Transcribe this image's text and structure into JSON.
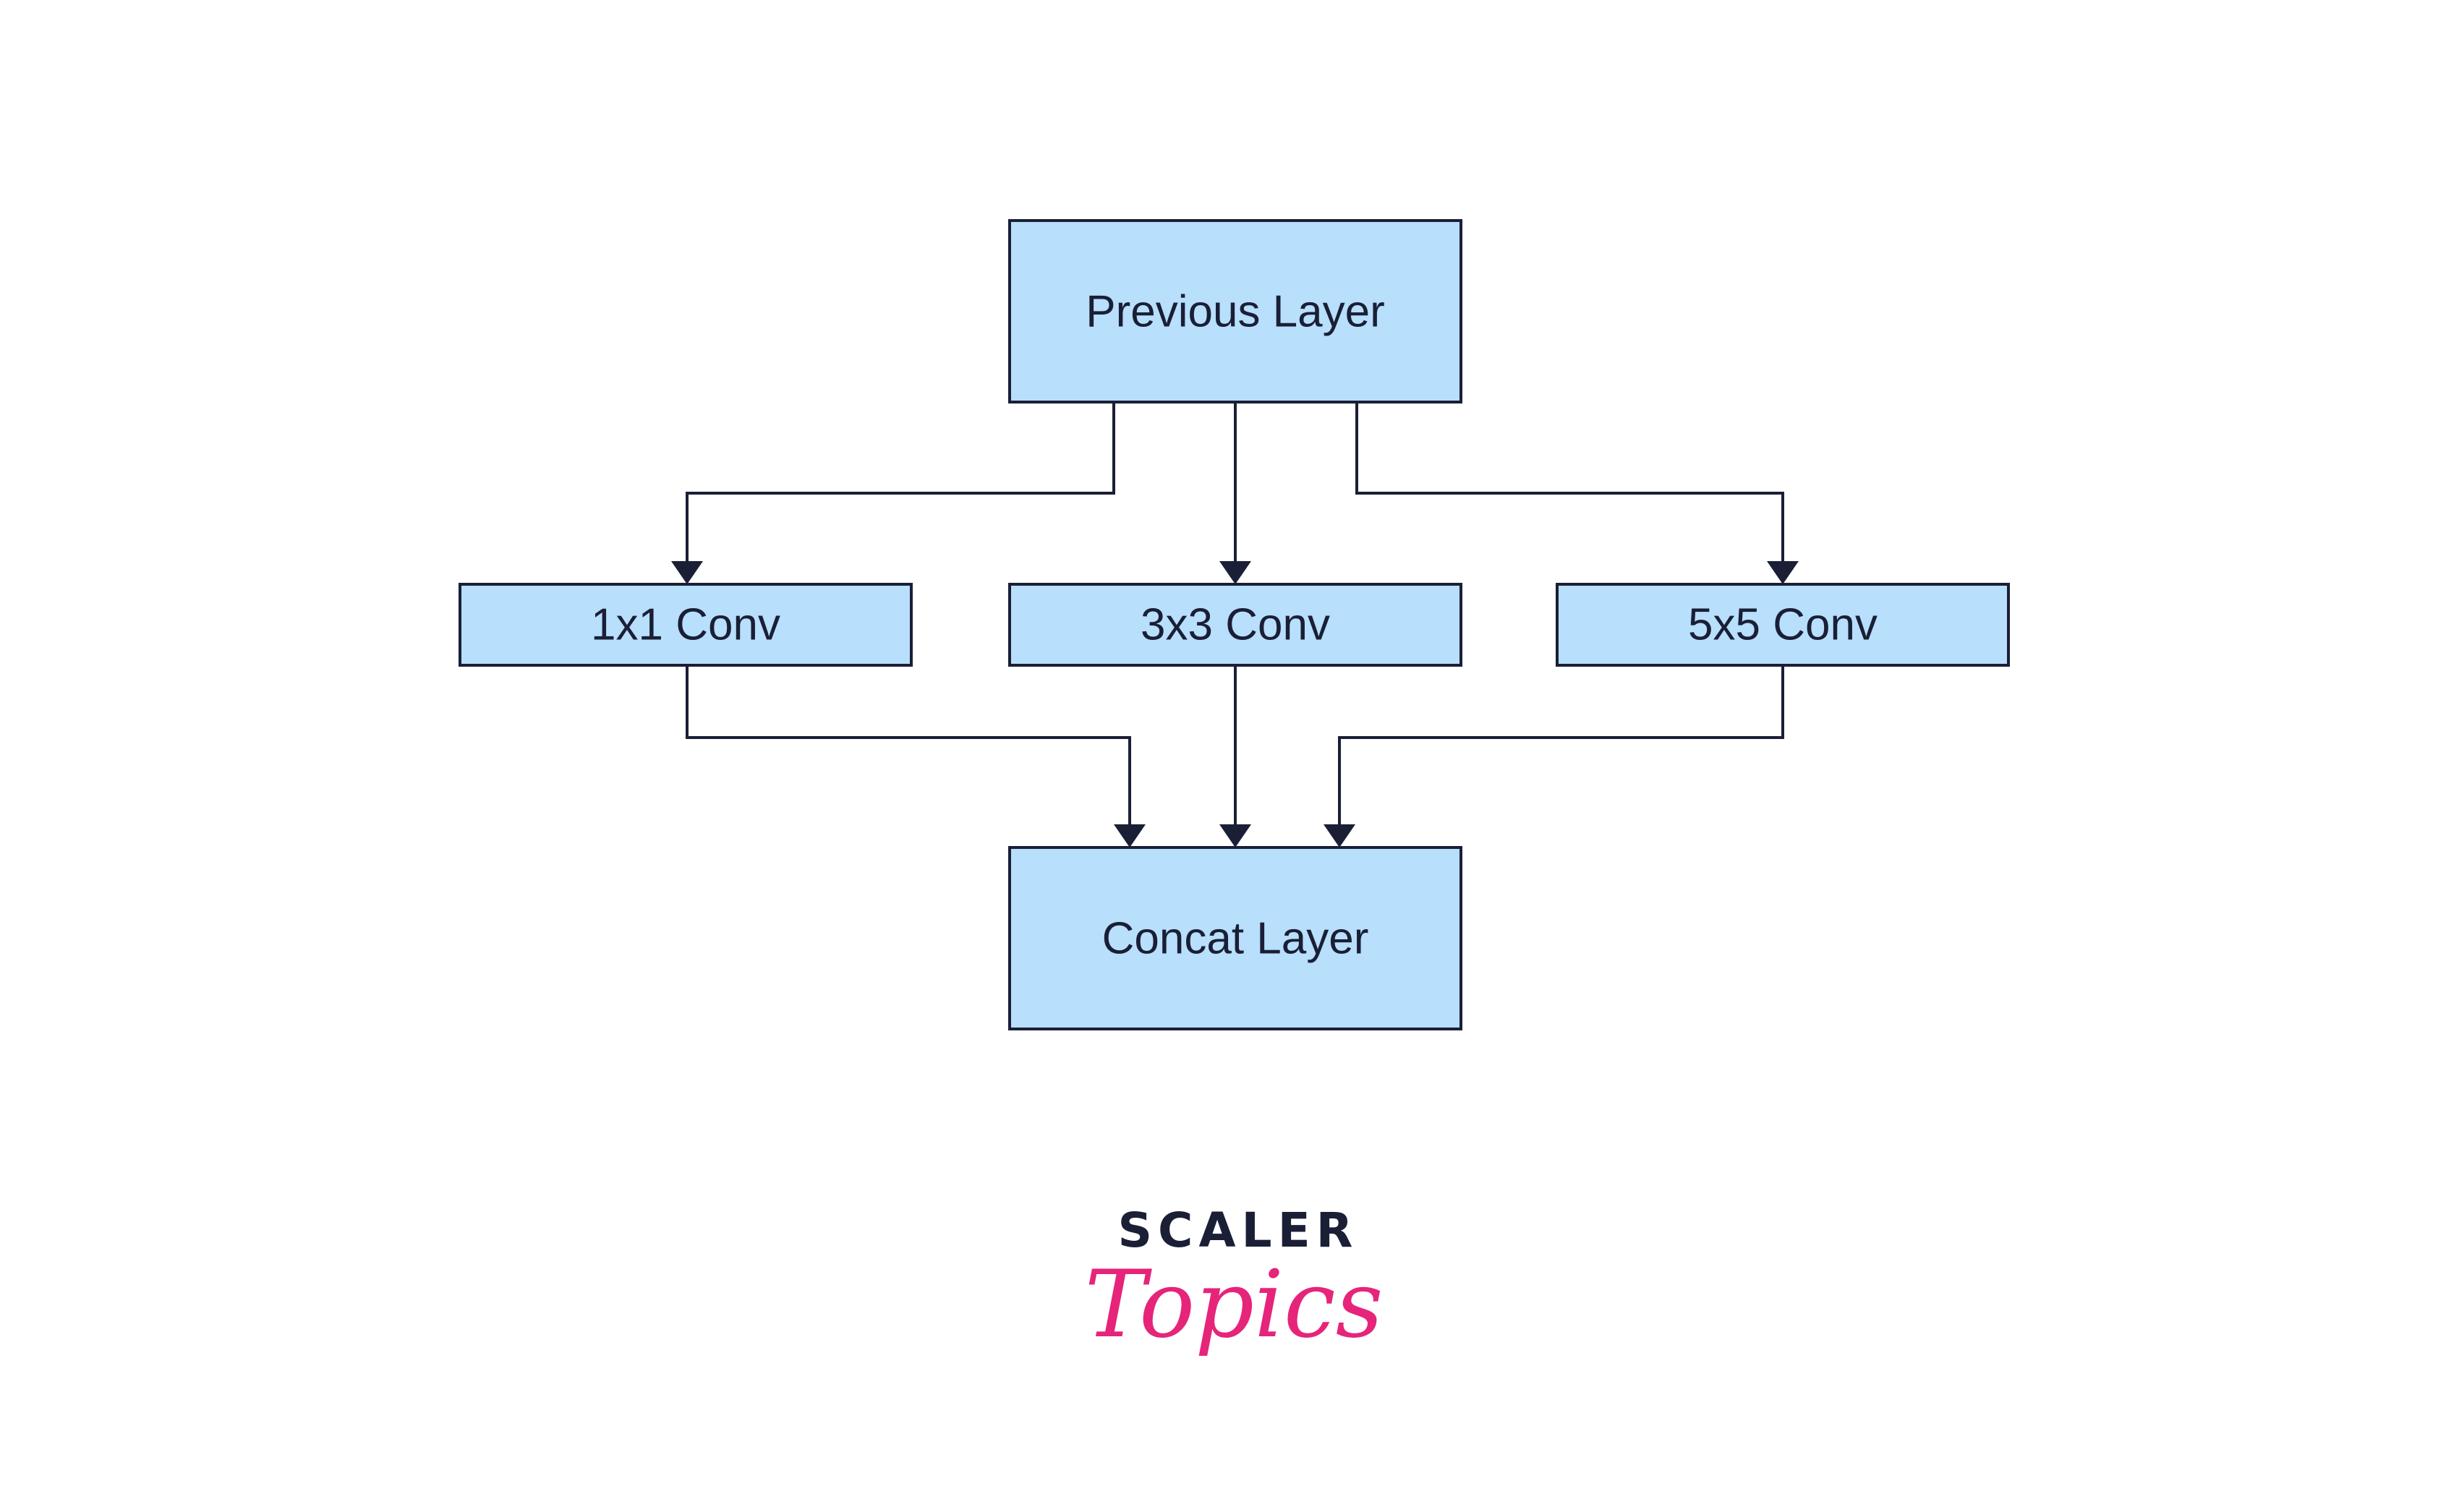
{
  "nodes": {
    "previous": {
      "label": "Previous Layer"
    },
    "conv1": {
      "label": "1x1 Conv"
    },
    "conv3": {
      "label": "3x3 Conv"
    },
    "conv5": {
      "label": "5x5 Conv"
    },
    "concat": {
      "label": "Concat Layer"
    }
  },
  "logo": {
    "line1": "SCALER",
    "line2": "Topics"
  },
  "colors": {
    "node_fill": "#b8dffc",
    "stroke": "#1a1f36",
    "logo_accent": "#e6247a"
  }
}
